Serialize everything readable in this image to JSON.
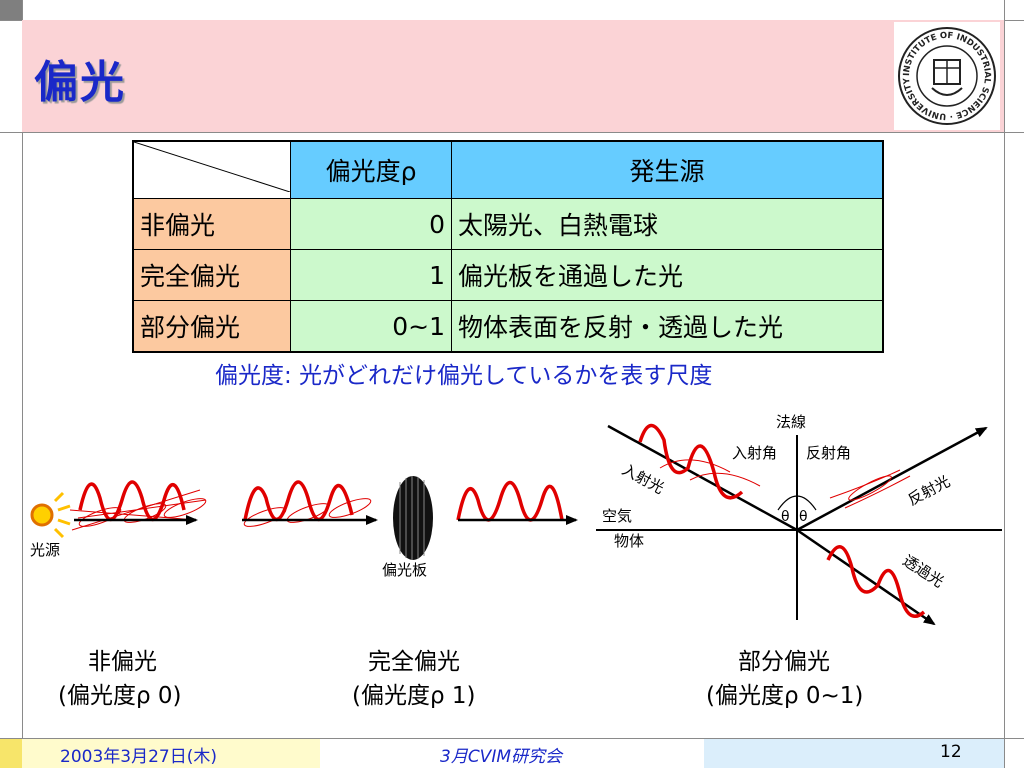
{
  "title": "偏光",
  "logo": {
    "text": "INSTITUTE OF INDUSTRIAL SCIENCE · UNIVERSITY OF TOKYO"
  },
  "table": {
    "headers": [
      "偏光度ρ",
      "発生源"
    ],
    "rows": [
      {
        "label": "非偏光",
        "value": "0",
        "source": "太陽光、白熱電球"
      },
      {
        "label": "完全偏光",
        "value": "1",
        "source": "偏光板を通過した光"
      },
      {
        "label": "部分偏光",
        "value": "0~1",
        "source": "物体表面を反射・透過した光"
      }
    ]
  },
  "caption": "偏光度: 光がどれだけ偏光しているかを表す尺度",
  "diagram": {
    "light_source": "光源",
    "polarizer": "偏光板",
    "normal": "法線",
    "incident_angle": "入射角",
    "reflect_angle": "反射角",
    "incident_light": "入射光",
    "reflected_light": "反射光",
    "transmitted_light": "透過光",
    "air": "空気",
    "object": "物体",
    "theta": "θ",
    "theta2": "θ"
  },
  "labels": {
    "unpolarized": "非偏光",
    "unpolarized_deg": "(偏光度ρ 0)",
    "full": "完全偏光",
    "full_deg": "(偏光度ρ 1)",
    "partial": "部分偏光",
    "partial_deg": "(偏光度ρ 0~1)"
  },
  "footer": {
    "date": "2003年3月27日(木)",
    "center": "3月CVIM研究会",
    "page": "12"
  },
  "colors": {
    "accent": "#1a28c8",
    "title_band": "#fbd3d6",
    "wave": "#e00000",
    "header": "#66ccff",
    "row_label": "#fcc9a0",
    "cell": "#ccf9cc"
  }
}
